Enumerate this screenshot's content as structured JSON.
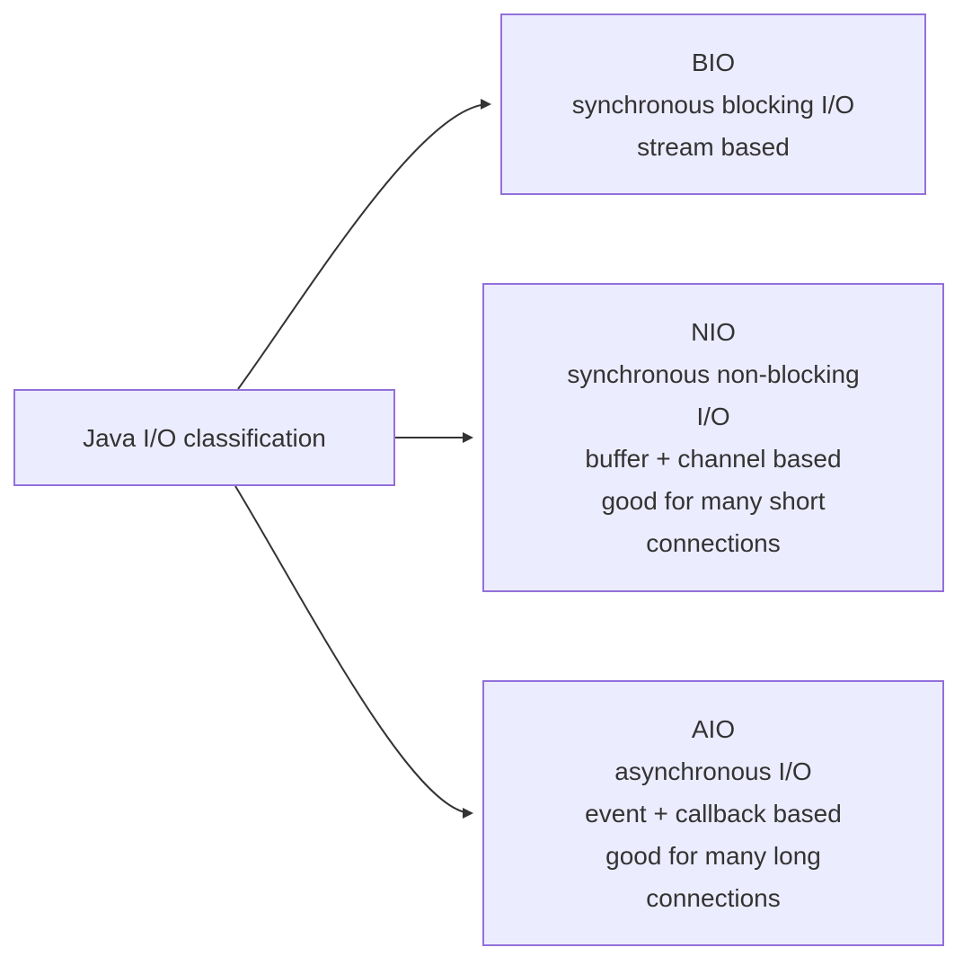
{
  "root": {
    "label": "Java I/O classification"
  },
  "nodes": [
    {
      "id": "bio",
      "lines": [
        "BIO",
        "synchronous blocking I/O",
        "stream based"
      ]
    },
    {
      "id": "nio",
      "lines": [
        "NIO",
        "synchronous non-blocking",
        "I/O",
        "buffer + channel based",
        "good for many short",
        "connections"
      ]
    },
    {
      "id": "aio",
      "lines": [
        "AIO",
        "asynchronous I/O",
        "event + callback based",
        "good for many long",
        "connections"
      ]
    }
  ],
  "colors": {
    "node_fill": "#ececff",
    "node_stroke": "#9370db",
    "edge": "#333333",
    "text": "#333333"
  }
}
